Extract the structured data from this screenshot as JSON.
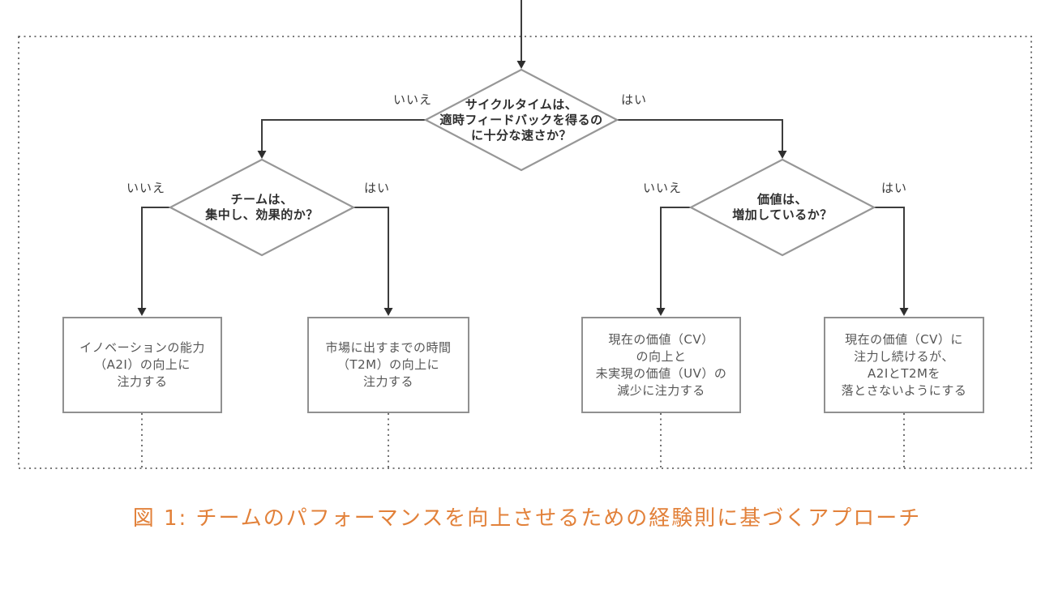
{
  "figure": {
    "caption": "図 1: チームのパフォーマンスを向上させるための経験則に基づくアプローチ",
    "accent_color": "#e2813a",
    "line_color": "#3d3d3d",
    "shape_stroke_color": "#979797"
  },
  "edge_labels": {
    "yes": "はい",
    "no": "いいえ"
  },
  "decisions": {
    "cycle_time": {
      "lines": [
        "サイクルタイムは、",
        "適時フィードバックを得るの",
        "に十分な速さか？"
      ]
    },
    "team_focus": {
      "lines": [
        "チームは、",
        "集中し、効果的か？"
      ]
    },
    "value_growth": {
      "lines": [
        "価値は、",
        "増加しているか？"
      ]
    }
  },
  "outcomes": {
    "a2i": {
      "lines": [
        "イノベーションの能力",
        "（A2I）の向上に",
        "注力する"
      ]
    },
    "t2m": {
      "lines": [
        "市場に出すまでの時間",
        "（T2M）の向上に",
        "注力する"
      ]
    },
    "cv_uv": {
      "lines": [
        "現在の価値（CV）",
        "の向上と",
        "未実現の価値（UV）の",
        "減少に注力する"
      ]
    },
    "cv_keep": {
      "lines": [
        "現在の価値（CV）に",
        "注力し続けるが、",
        "A2IとT2Mを",
        "落とさないようにする"
      ]
    }
  }
}
